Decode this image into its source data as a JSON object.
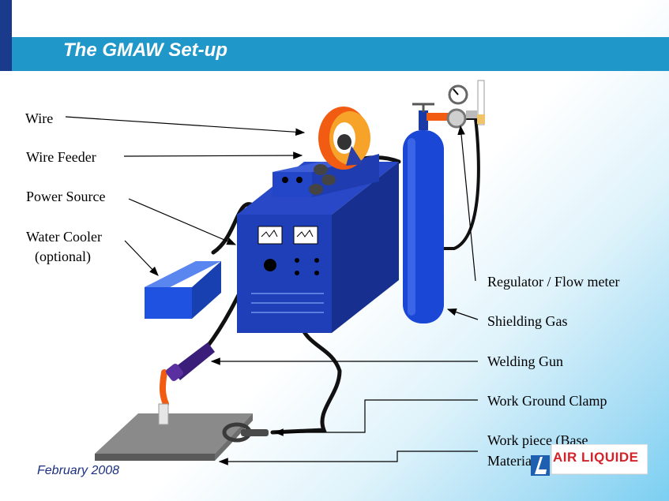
{
  "slide": {
    "title": "The GMAW Set-up",
    "date": "February 2008"
  },
  "labels": {
    "wire": "Wire",
    "wire_feeder": "Wire Feeder",
    "power_source": "Power Source",
    "water_cooler_1": "Water Cooler",
    "water_cooler_2": "(optional)",
    "regulator": "Regulator / Flow meter",
    "shielding_gas": "Shielding Gas",
    "welding_gun": "Welding Gun",
    "ground_clamp": "Work Ground Clamp",
    "work_piece_1": "Work piece (Base",
    "work_piece_2": "Material)"
  },
  "logo": {
    "text": "AIR LIQUIDE"
  },
  "colors": {
    "title_band": "#1f97c9",
    "machine_blue": "#1f3fb8",
    "cylinder_blue": "#1a47d6",
    "spool_orange": "#f25c12",
    "brand_red": "#d2232a"
  }
}
